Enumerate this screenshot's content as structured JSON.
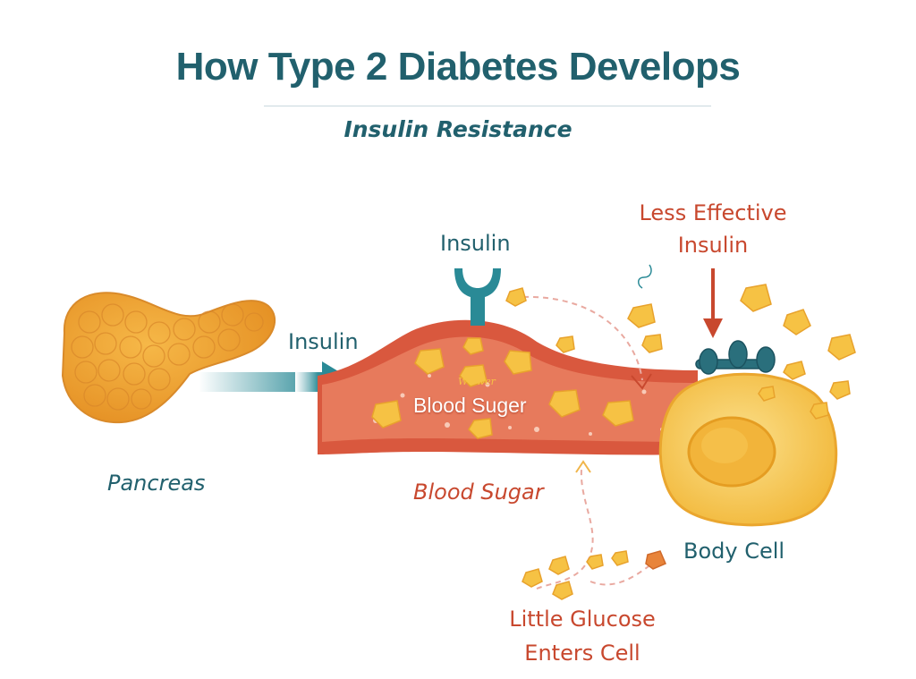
{
  "title": "How Type 2 Diabetes Develops",
  "subtitle": "Insulin Resistance",
  "labels": {
    "pancreas": "Pancreas",
    "insulin_arrow": "Insulin",
    "insulin_top": "Insulin",
    "vessel_squiggle": "Wwwer",
    "vessel_text": "Blood Suger",
    "blood_sugar": "Blood Sugar",
    "less_effective_line1": "Less Effective",
    "less_effective_line2": "Insulin",
    "body_cell": "Body Cell",
    "little_glucose_line1": "Little Glucose",
    "little_glucose_line2": "Enters Cell"
  },
  "colors": {
    "teal": "#21606d",
    "red_label": "#c8482e",
    "vessel": "#d9583e",
    "glucose": "#f6c244",
    "cell": "#f8d36a",
    "pancreas": "#f2a83a"
  }
}
